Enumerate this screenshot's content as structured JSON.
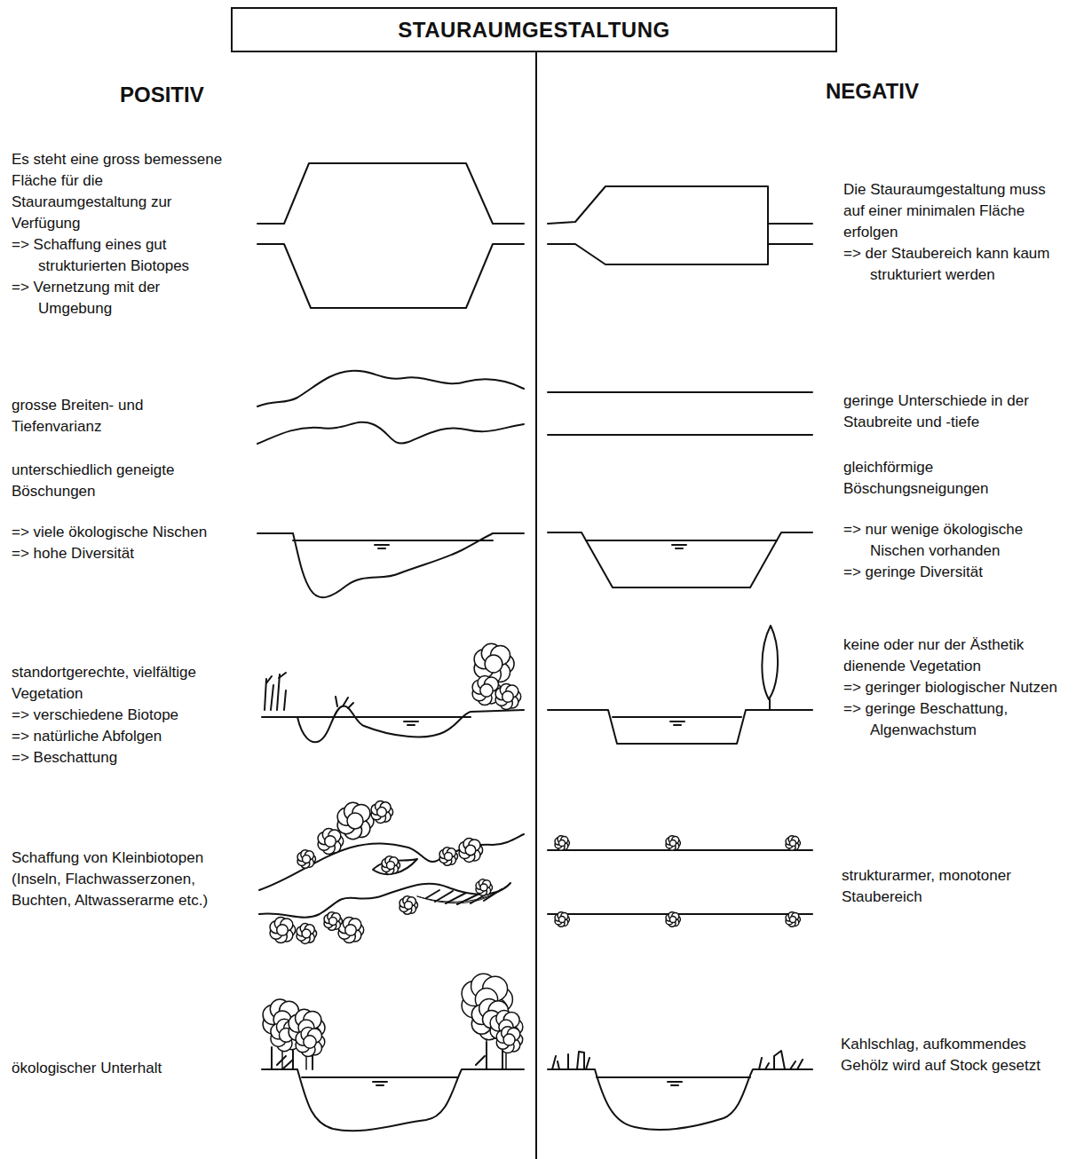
{
  "diagram": {
    "title": "STAURAUMGESTALTUNG",
    "labels": [
      "POSITIV",
      "NEGATIV",
      "Es steht eine gross bemessene Fläche für die Stauraumgestaltung zur Verfügung",
      "=> Schaffung eines gut strukturierten Biotopes",
      "=> Vernetzung mit der Umgebung",
      "Die Stauraumgestaltung muss auf einer minimalen Fläche erfolgen",
      "=> der Staubereich kann kaum strukturiert werden",
      "grosse Breiten- und Tiefenvarianz",
      "geringe Unterschiede in der Staubreite und -tiefe",
      "unterschiedlich geneigte Böschungen",
      "gleichförmige Böschungsneigungen",
      "=> viele ökologische Nischen",
      "=> hohe Diversität",
      "=> nur wenige ökologische Nischen vorhanden",
      "=> geringe Diversität",
      "standortgerechte, vielfältige Vegetation",
      "=> verschiedene Biotope",
      "=> natürliche Abfolgen",
      "=> Beschattung",
      "keine oder nur der Ästhetik dienende Vegetation",
      "=> geringer biologischer Nutzen",
      "=> geringe Beschattung, Algenwachstum",
      "Schaffung von Kleinbiotopen (Inseln, Flachwasserzonen, Buchten, Altwasserarme etc.)",
      "strukturarmer, monotoner Staubereich",
      "ökologischer Unterhalt",
      "Kahlschlag, aufkommendes Gehölz wird auf Stock gesetzt"
    ]
  }
}
